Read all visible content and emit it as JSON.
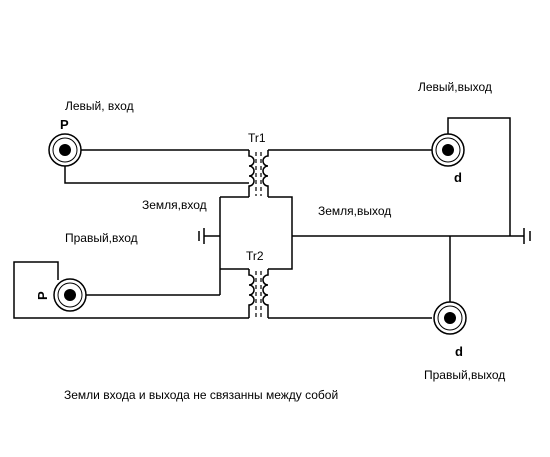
{
  "labels": {
    "left_in": "Левый, вход",
    "left_out": "Левый,выход",
    "right_in": "Правый,вход",
    "right_out": "Правый,выход",
    "ground_in": "Земля,вход",
    "ground_out": "Земля,выход",
    "tr1": "Tr1",
    "tr2": "Tr2",
    "note": "Земли входа и выхода не связанны между собой"
  },
  "connectors": {
    "left_in_letter": "P",
    "right_in_letter": "P",
    "left_out_letter": "d",
    "right_out_letter": "d"
  }
}
